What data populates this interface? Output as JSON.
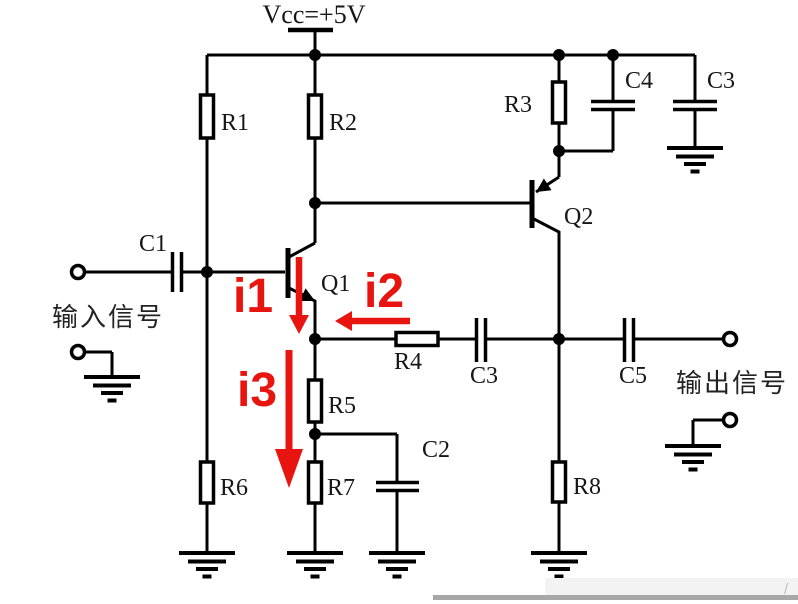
{
  "power_rail": {
    "label": "Vcc=+5V"
  },
  "resistors": {
    "r1": "R1",
    "r2": "R2",
    "r3": "R3",
    "r4": "R4",
    "r5": "R5",
    "r6": "R6",
    "r7": "R7",
    "r8": "R8"
  },
  "capacitors": {
    "c1": "C1",
    "c2": "C2",
    "c3_top": "C3",
    "c3_mid": "C3",
    "c4": "C4",
    "c5": "C5"
  },
  "transistors": {
    "q1": "Q1",
    "q2": "Q2"
  },
  "currents": {
    "i1": "i1",
    "i2": "i2",
    "i3": "i3"
  },
  "terminals": {
    "input_label": "输入信号",
    "output_label": "输出信号"
  },
  "colors": {
    "wire": "#000000",
    "current_arrow": "#e8140f",
    "background": "#ffffff",
    "watermark_bar": "#a8a7a8"
  },
  "watermark": {
    "mark": "/"
  }
}
